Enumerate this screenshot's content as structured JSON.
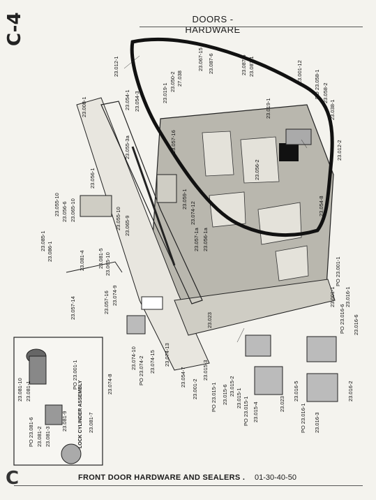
{
  "page_code": "C-4",
  "corner_mark": "C",
  "header": {
    "title": "DOORS - HARDWARE"
  },
  "footer": {
    "title": "FRONT DOOR HARDWARE AND SEALERS .",
    "code": "01-30-40-50"
  },
  "lock_assembly_title": "LOCK CYLINDER ASSEMBLY",
  "labels": [
    "23.012-1",
    "23.067-15",
    "23.087-6",
    "23.087-5",
    "23.087-1",
    "23.001-12",
    "PO 23.058-1",
    "23.058-2",
    "23.038-1",
    "23.008-1",
    "23.054-1",
    "23.054-3",
    "23.019-1",
    "23.050-2",
    "27.038",
    "23.019-1",
    "23.012-2",
    "23.055-3a",
    "23.057-16",
    "23.056-2",
    "23.054-8",
    "23.056-1",
    "23.055-10",
    "23.056-6",
    "23.065-10",
    "23.059-1",
    "23.074-12",
    "23.057-1a",
    "23.056-1a",
    "23.055-10",
    "23.065-9",
    "23.085-1",
    "23.086-1",
    "23.081-4",
    "23.081-5",
    "23.065-10",
    "23.057-14",
    "23.057-16",
    "23.074-9",
    "23.023",
    "PO 23.001-1",
    "23.016-1",
    "PO 23.016-6",
    "23.016-6",
    "23.074-8",
    "23.074-10",
    "PO 23.074-2",
    "23.074-15",
    "23.074-13",
    "23.054-7",
    "23.001-2",
    "23.015-3",
    "PO 23.015-1",
    "23.015-6",
    "23.015-2",
    "23.015-1",
    "PO 23.015-1",
    "23.015-4",
    "23.023",
    "23.016-5",
    "PO 23.016-1",
    "23.016-3",
    "23.016-2",
    "23.081-10",
    "23.081-1",
    "PO 23.001-1",
    "PO 23.081-6",
    "23.081-9",
    "23.081-7",
    "23.081-2",
    "23.081-3",
    "23.001-1"
  ]
}
